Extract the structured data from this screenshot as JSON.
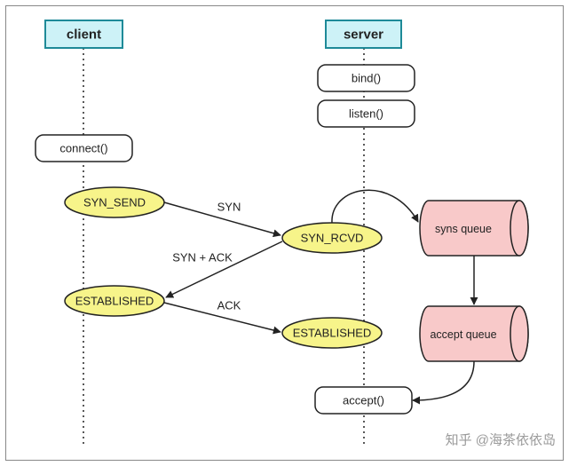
{
  "client": {
    "title": "client",
    "connect": "connect()",
    "syn_send": "SYN_SEND",
    "established": "ESTABLISHED"
  },
  "server": {
    "title": "server",
    "bind": "bind()",
    "listen": "listen()",
    "syn_rcvd": "SYN_RCVD",
    "established": "ESTABLISHED",
    "accept": "accept()"
  },
  "messages": {
    "syn": "SYN",
    "syn_ack": "SYN + ACK",
    "ack": "ACK"
  },
  "queues": {
    "syns": "syns queue",
    "accept": "accept queue"
  },
  "watermark": "知乎 @海茶依依岛",
  "colors": {
    "header_fill": "#cdf2f7",
    "header_stroke": "#1e8a98",
    "state_fill": "#f7f48a",
    "queue_fill": "#f8c9c9",
    "line": "#222222"
  }
}
